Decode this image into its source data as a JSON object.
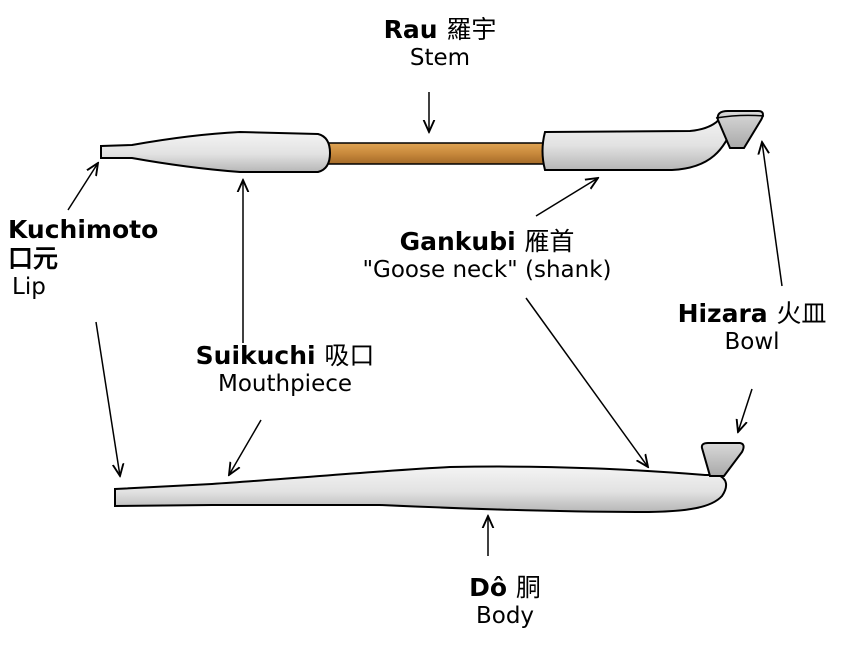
{
  "labels": {
    "rau": {
      "romaji": "Rau",
      "kanji": "羅宇",
      "english": "Stem"
    },
    "kuchimoto": {
      "romaji": "Kuchimoto",
      "kanji": "口元",
      "english": "Lip"
    },
    "gankubi": {
      "romaji": "Gankubi",
      "kanji": "雁首",
      "english": "\"Goose neck\" (shank)"
    },
    "hizara": {
      "romaji": "Hizara",
      "kanji": "火皿",
      "english": "Bowl"
    },
    "suikuchi": {
      "romaji": "Suikuchi",
      "kanji": "吸口",
      "english": "Mouthpiece"
    },
    "do": {
      "romaji": "Dô",
      "kanji": "胴",
      "english": "Body"
    }
  },
  "colors": {
    "stem": "#c8893c",
    "metal_light": "#f3f3f3",
    "metal_dark": "#b9b9b9",
    "outline": "#000000"
  }
}
